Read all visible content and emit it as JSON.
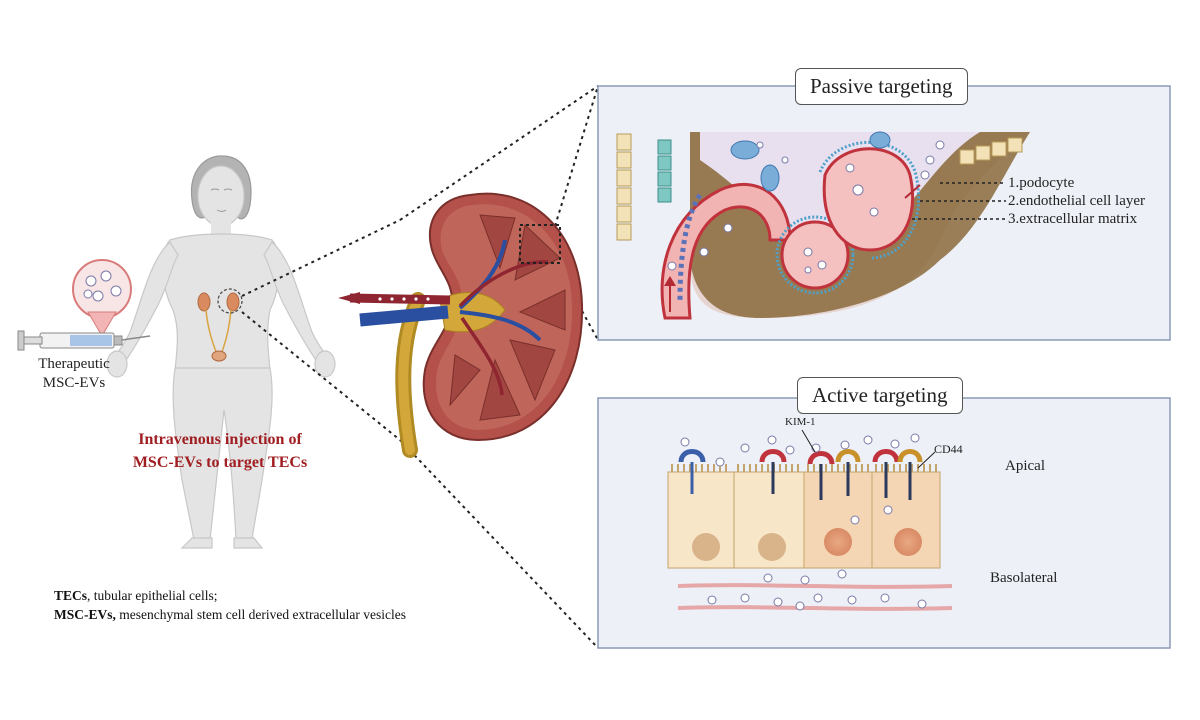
{
  "left": {
    "injection_label_line1": "Therapeutic",
    "injection_label_line2": "MSC-EVs",
    "title_line1": "Intravenous injection of",
    "title_line2": "MSC-EVs to target TECs",
    "legend": [
      {
        "abbr": "TECs",
        "text": ", tubular epithelial cells;"
      },
      {
        "abbr": "MSC-EVs,",
        "text": " mesenchymal stem cell derived extracellular vesicles"
      }
    ]
  },
  "passive": {
    "title": "Passive targeting",
    "labels": [
      "1.podocyte",
      "2.endothelial cell layer",
      "3.extracellular matrix"
    ]
  },
  "active": {
    "title": "Active targeting",
    "kim1": "KIM-1",
    "cd44": "CD44",
    "apical": "Apical",
    "basolateral": "Basolateral"
  },
  "colors": {
    "title_red": "#a01e22",
    "panel_bg": "#edf1f7",
    "panel_border": "#8a9bb5",
    "kidney_outer": "#b4514a",
    "kim1_receptor": "#c0333d",
    "cd44_receptor": "#c9912a",
    "ev_receptor_blue": "#3b5fa8"
  }
}
